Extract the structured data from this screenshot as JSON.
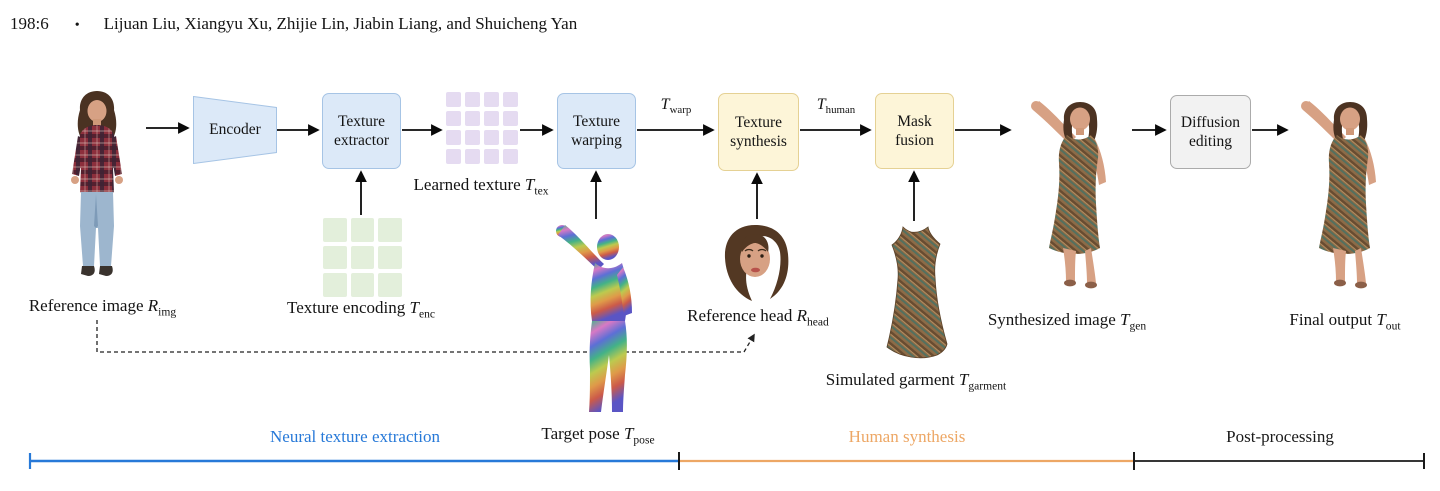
{
  "header": {
    "page_label": "198:6",
    "separator": "•",
    "authors": "Lijuan Liu, Xiangyu Xu, Zhijie Lin, Jiabin Liang, and Shuicheng Yan"
  },
  "pipeline": {
    "encoder": "Encoder",
    "texture_extractor": "Texture extractor",
    "texture_warping": "Texture warping",
    "texture_synthesis": "Texture synthesis",
    "mask_fusion": "Mask fusion",
    "diffusion_editing": "Diffusion editing"
  },
  "edge_labels": {
    "t_warp": {
      "var": "T",
      "sub": "warp"
    },
    "t_human": {
      "var": "T",
      "sub": "human"
    }
  },
  "captions": {
    "reference_image": {
      "text": "Reference image ",
      "var": "R",
      "sub": "img"
    },
    "texture_encoding": {
      "text": "Texture encoding ",
      "var": "T",
      "sub": "enc"
    },
    "learned_texture": {
      "text": "Learned texture ",
      "var": "T",
      "sub": "tex"
    },
    "target_pose": {
      "text": "Target pose ",
      "var": "T",
      "sub": "pose"
    },
    "reference_head": {
      "text": "Reference head ",
      "var": "R",
      "sub": "head"
    },
    "simulated_garment": {
      "text": "Simulated garment ",
      "var": "T",
      "sub": "garment"
    },
    "synthesized_image": {
      "text": "Synthesized image ",
      "var": "T",
      "sub": "gen"
    },
    "final_output": {
      "text": "Final output ",
      "var": "T",
      "sub": "out"
    }
  },
  "phases": [
    {
      "label": "Neural texture extraction",
      "color": "#2779d8"
    },
    {
      "label": "Human synthesis",
      "color": "#eda765"
    },
    {
      "label": "Post-processing",
      "color": "#1a1a1a"
    }
  ],
  "grids": {
    "learned_texture": {
      "rows": 4,
      "cols": 4
    },
    "texture_encoding": {
      "rows": 3,
      "cols": 3
    }
  },
  "figures": {
    "reference_image": "photo-woman-plaid-shirt-jeans",
    "target_pose": "colorful-3d-body-pose-mesh",
    "reference_head": "photo-woman-head",
    "simulated_garment": "photo-patterned-dress",
    "synthesized_image": "photo-woman-wearing-dress-arm-raised",
    "final_output": "photo-woman-wearing-dress-arm-raised"
  },
  "colors": {
    "box_blue": "#dce9f8",
    "box_blue_border": "#a6c4e5",
    "box_yellow": "#fdf5d8",
    "box_yellow_border": "#e5d194",
    "box_gray": "#f2f2f2",
    "box_gray_border": "#ababab",
    "cell_purple": "#e5dbf1",
    "cell_green": "#e3efdb",
    "phase_blue": "#2779d8",
    "phase_orange": "#eda765",
    "phase_black": "#1a1a1a"
  }
}
